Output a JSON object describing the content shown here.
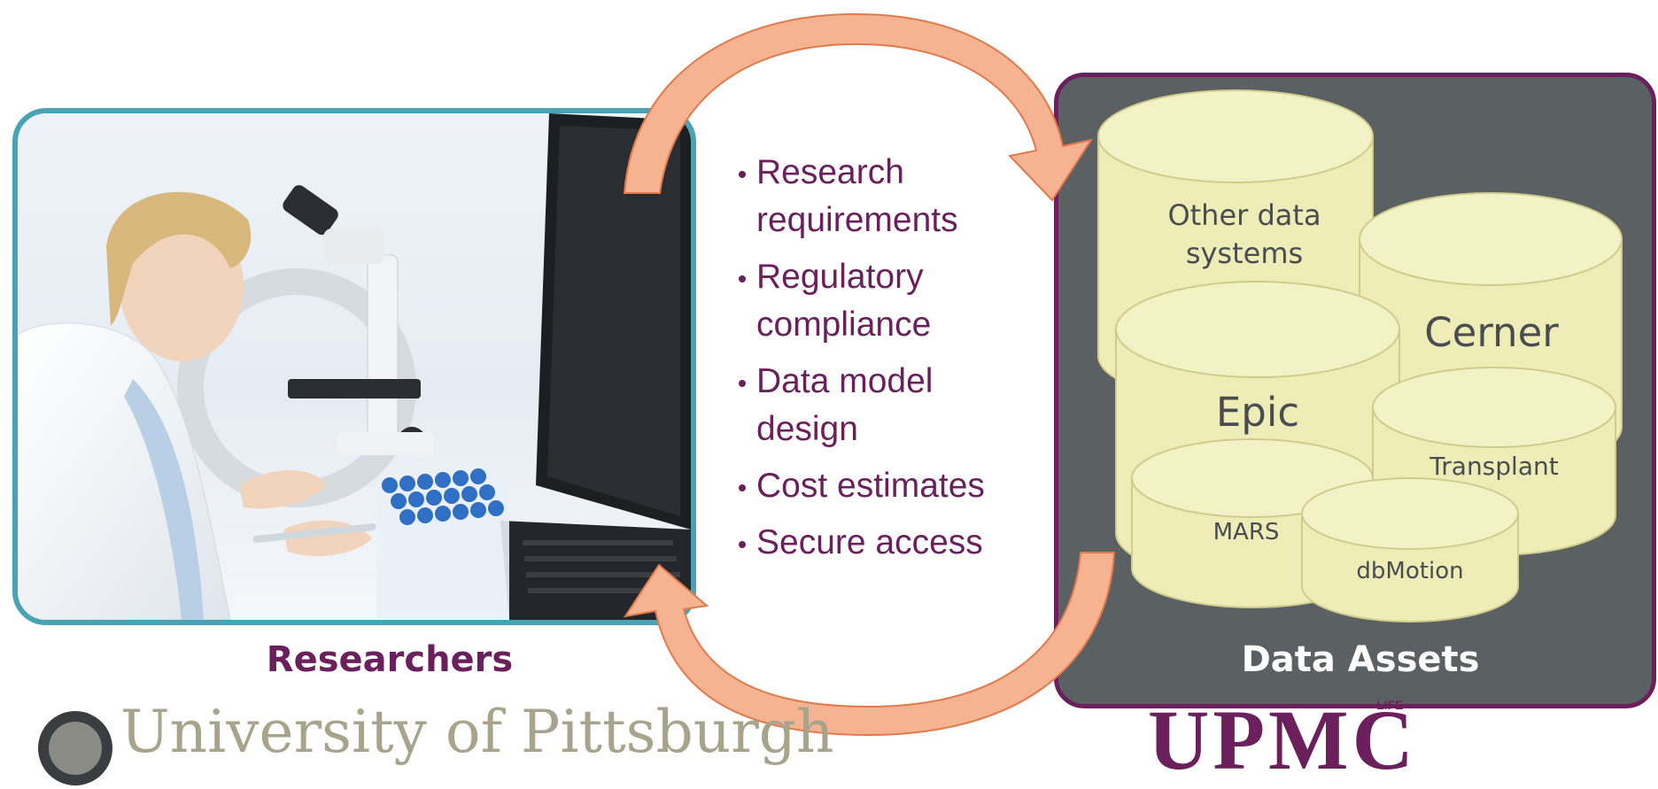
{
  "researchers": {
    "label": "Researchers"
  },
  "bullets": [
    "Research requirements",
    "Regulatory compliance",
    "Data model design",
    "Cost estimates",
    "Secure access"
  ],
  "data_assets": {
    "label": "Data Assets",
    "systems": {
      "other": "Other data systems",
      "cerner": "Cerner",
      "epic": "Epic",
      "transplant": "Transplant",
      "mars": "MARS",
      "dbmotion": "dbMotion"
    }
  },
  "logos": {
    "pitt": "University of Pittsburgh",
    "upmc": "UPMC",
    "upmc_tag": "LIFE"
  },
  "colors": {
    "accent_purple": "#6b1f5c",
    "panel_border_teal": "#4aa3b5",
    "arrow_orange": "#f08a55",
    "cylinder_fill": "#eeedb7",
    "assets_background": "#5b6063"
  }
}
